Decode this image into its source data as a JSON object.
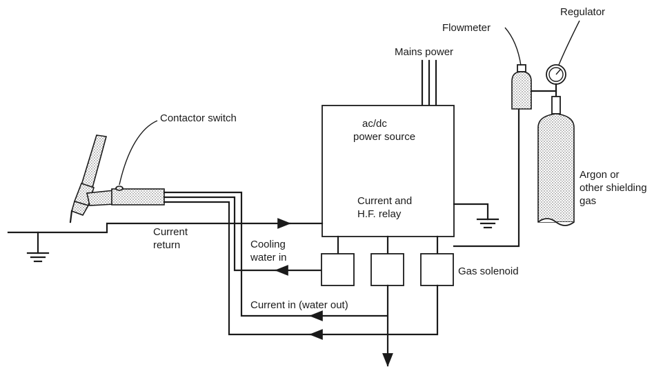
{
  "labels": {
    "regulator": "Regulator",
    "flowmeter": "Flowmeter",
    "mains_power": "Mains power",
    "contactor_switch": "Contactor switch",
    "power_source_line1": "ac/dc",
    "power_source_line2": "power source",
    "relay_line1": "Current and",
    "relay_line2": "H.F. relay",
    "gas_line1": "Argon or",
    "gas_line2": "other shielding",
    "gas_line3": "gas",
    "current_return_line1": "Current",
    "current_return_line2": "return",
    "cooling_water_line1": "Cooling",
    "cooling_water_line2": "water in",
    "gas_solenoid": "Gas solenoid",
    "current_in_water_out": "Current in (water out)"
  }
}
